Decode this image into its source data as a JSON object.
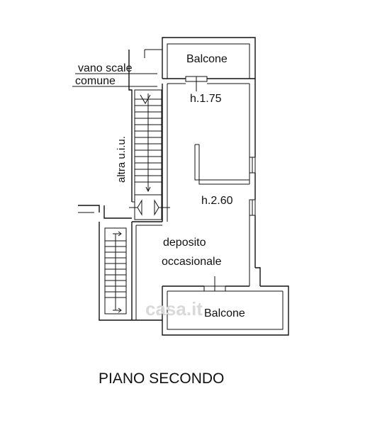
{
  "plan": {
    "title": "PIANO SECONDO",
    "rooms": {
      "balcony_top": "Balcone",
      "balcony_bottom": "Balcone",
      "storage_line1": "deposito",
      "storage_line2": "occasionale"
    },
    "heights": {
      "upper": "h.1.75",
      "lower": "h.2.60"
    },
    "stair": {
      "label_line1": "vano scale",
      "label_line2": "comune",
      "other_unit": "altra u.i.u."
    },
    "watermark": "casa.it"
  },
  "colors": {
    "line": "#111111",
    "background": "#ffffff",
    "watermark": "#d9d9d9"
  }
}
